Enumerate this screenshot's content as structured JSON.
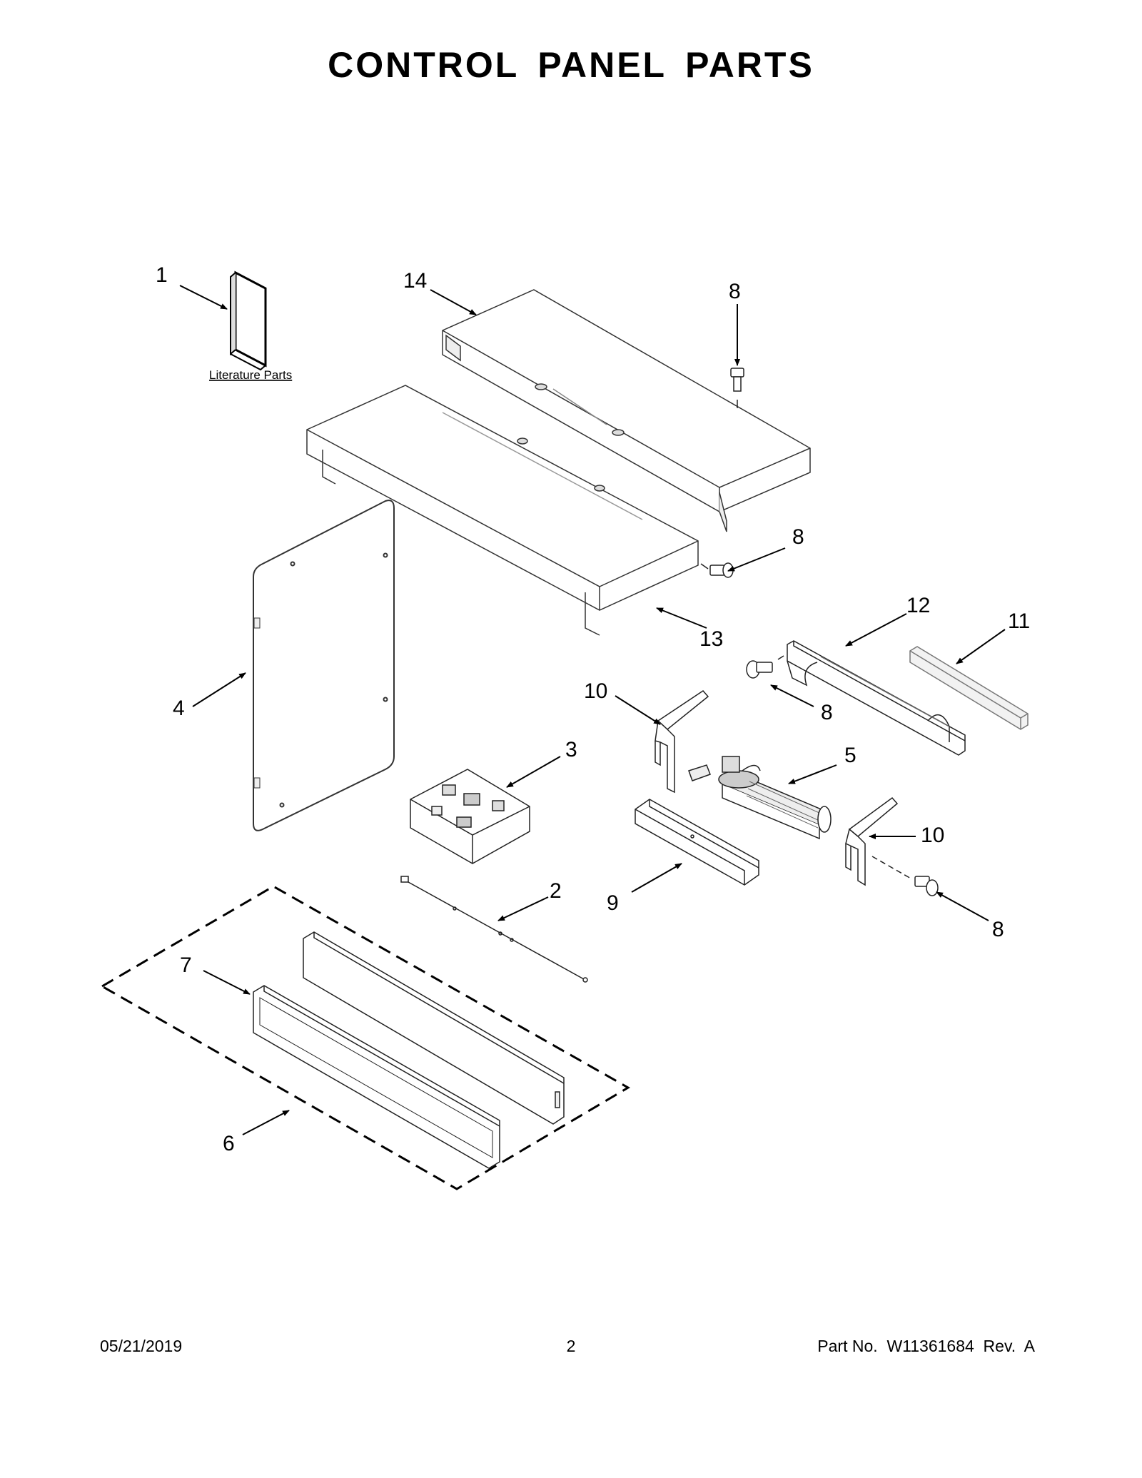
{
  "title": "CONTROL PANEL PARTS",
  "literature_label": "Literature Parts",
  "callouts": {
    "c1": "1",
    "c2": "2",
    "c3": "3",
    "c4": "4",
    "c5": "5",
    "c6": "6",
    "c7": "7",
    "c8a": "8",
    "c8b": "8",
    "c8c": "8",
    "c8d": "8",
    "c9": "9",
    "c10a": "10",
    "c10b": "10",
    "c11": "11",
    "c12": "12",
    "c13": "13",
    "c14": "14"
  },
  "footer": {
    "date": "05/21/2019",
    "page": "2",
    "part_no": "Part No.  W11361684  Rev.  A"
  }
}
